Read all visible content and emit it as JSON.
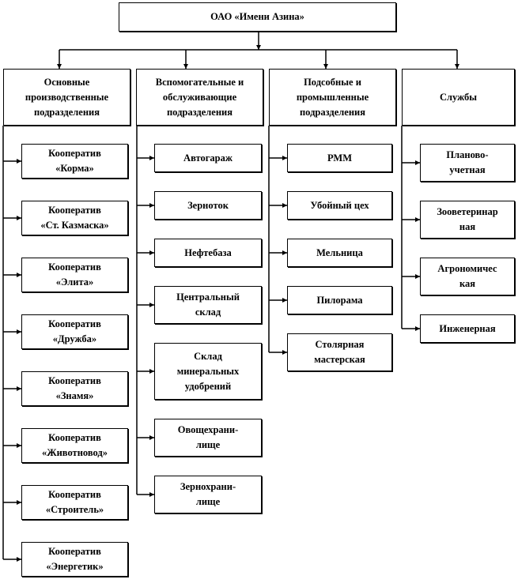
{
  "root": "ОАО «Имени Азина»",
  "columns": [
    {
      "title": "Основные\nпроизводственные\nподразделения",
      "items": [
        "Кооператив\n«Корма»",
        "Кооператив\n«Ст. Казмаска»",
        "Кооператив\n«Элита»",
        "Кооператив\n«Дружба»",
        "Кооператив\n«Знамя»",
        "Кооператив\n«Животновод»",
        "Кооператив\n«Строитель»",
        "Кооператив\n«Энергетик»"
      ]
    },
    {
      "title": "Вспомогательные и\nобслуживающие\nподразделения",
      "items": [
        "Автогараж",
        "Зерноток",
        "Нефтебаза",
        "Центральный\nсклад",
        "Склад\nминеральных\nудобрений",
        "Овощехрани-\nлище",
        "Зернохрани-\nлище"
      ]
    },
    {
      "title": "Подсобные и\nпромышленные\nподразделения",
      "items": [
        "РММ",
        "Убойный цех",
        "Мельница",
        "Пилорама",
        "Столярная\nмастерская"
      ]
    },
    {
      "title": "Службы",
      "items": [
        "Планово-\nучетная",
        "Зооветеринар\nная",
        "Агрономичес\nкая",
        "Инженерная"
      ]
    }
  ]
}
